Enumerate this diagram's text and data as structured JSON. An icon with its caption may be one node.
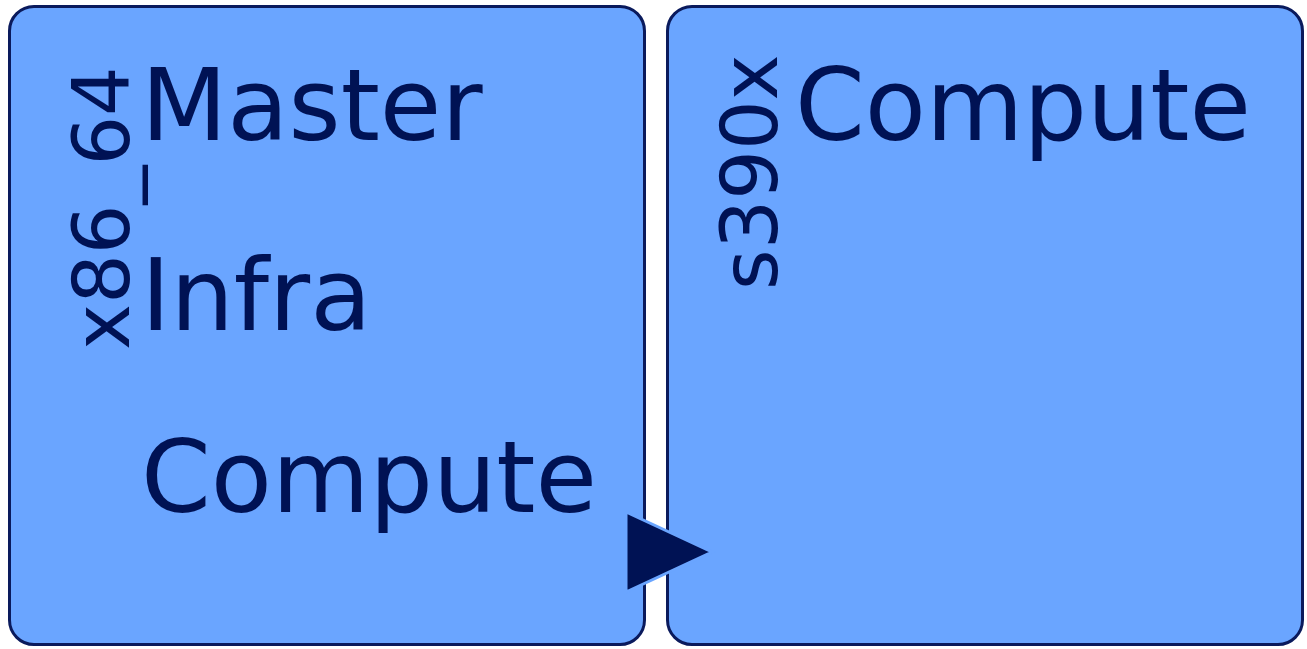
{
  "diagram": {
    "nodes": [
      {
        "text": [
          "x86_64",
          "Master",
          "Infra",
          "Compute"
        ]
      },
      {
        "text": [
          "s390x",
          "Compute"
        ]
      }
    ],
    "edges": [
      {
        "from": 0,
        "to": 1,
        "arrow": "to"
      }
    ]
  }
}
